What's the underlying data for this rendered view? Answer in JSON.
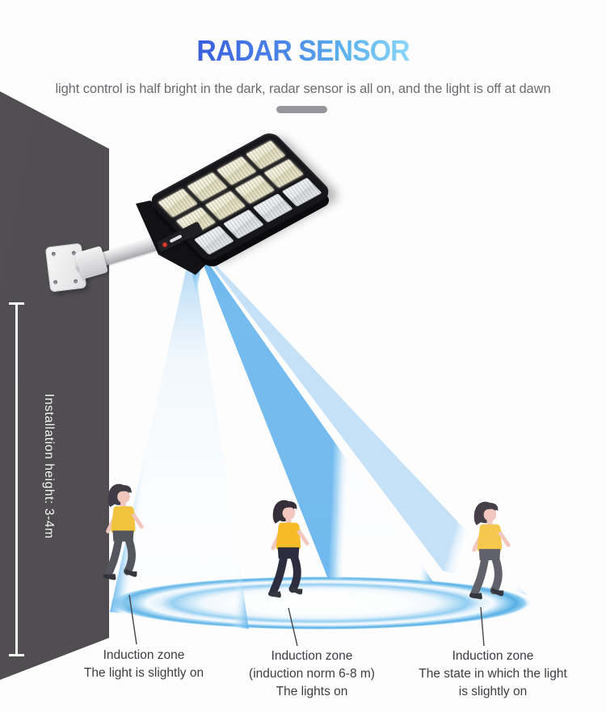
{
  "header": {
    "title": "RADAR SENSOR",
    "subtitle": "light control is half bright in the dark, radar sensor is all on, and the light is off at dawn"
  },
  "installation": {
    "height_label": "Installation height: 3-4m"
  },
  "zones": {
    "left": {
      "title": "Induction zone",
      "line1": "The light is slightly on"
    },
    "middle": {
      "title": "Induction zone",
      "line1": "(induction norm 6-8 m)",
      "line2": "The lights on"
    },
    "right": {
      "title": "Induction zone",
      "line1": "The state in which the light",
      "line2": "is slightly on"
    }
  },
  "icons": {
    "street_light": "solar-street-light",
    "beam": "light-beam",
    "zone_ring": "induction-zone-ellipse",
    "sensor_indicator": "red-sensor-led"
  },
  "colors": {
    "title_gradient_start": "#3a5edc",
    "title_gradient_end": "#8ad6f8",
    "subtitle_gray": "#6c6c71",
    "wall_gray": "#4d4b4e",
    "beam_blue": "#5fb0ec",
    "zone_ring_blue": "#55aee4",
    "shirt_yellow": "#f5c23c",
    "sensor_red": "#e23b2e",
    "caption_gray": "#3d3d42"
  }
}
